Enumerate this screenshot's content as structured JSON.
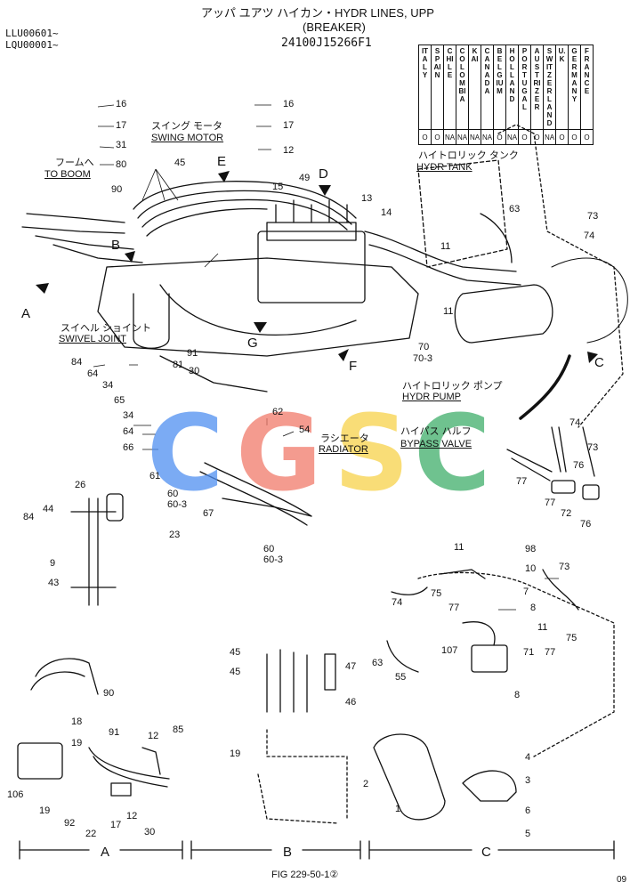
{
  "header": {
    "title": "アッパ ユアツ ハイカン・HYDR LINES, UPP",
    "subtitle": "(BREAKER)",
    "part_number": "24100J15266F1",
    "serial_1": "LLU00601~",
    "serial_2": "LQU00001~"
  },
  "countries": [
    {
      "name": "ITALY",
      "status": "O"
    },
    {
      "name": "SPAIN",
      "status": "O"
    },
    {
      "name": "CHILE",
      "status": "NA"
    },
    {
      "name": "COLOMBIA",
      "status": "NA"
    },
    {
      "name": "KAI",
      "status": "NA"
    },
    {
      "name": "CANADA",
      "status": "NA"
    },
    {
      "name": "BELGIUM",
      "status": "O"
    },
    {
      "name": "HOLLAND",
      "status": "NA"
    },
    {
      "name": "PORTUGAL",
      "status": "O"
    },
    {
      "name": "AUSTRIZER",
      "status": "O"
    },
    {
      "name": "SWITZER LAND",
      "status": "NA"
    },
    {
      "name": "U.K",
      "status": "O"
    },
    {
      "name": "GERMANY",
      "status": "O"
    },
    {
      "name": "FRANCE",
      "status": "O"
    }
  ],
  "labels": {
    "to_boom_jp": "フームへ",
    "to_boom": "TO BOOM",
    "swing_motor_jp": "スイング モータ",
    "swing_motor": "SWING MOTOR",
    "hydr_tank_jp": "ハイトロリック タンク",
    "hydr_tank": "HYDR TANK",
    "swivel_joint_jp": "スイヘル ショイント",
    "swivel_joint": "SWIVEL JOINT",
    "hydr_pump_jp": "ハイトロリック ポンプ",
    "hydr_pump": "HYDR PUMP",
    "bypass_valve_jp": "ハイパス ハルフ",
    "bypass_valve": "BYPASS VALVE",
    "radiator_jp": "ラシエータ",
    "radiator": "RADIATOR"
  },
  "views": {
    "A": "A",
    "B": "B",
    "C": "C",
    "D": "D",
    "E": "E",
    "F": "F",
    "G": "G"
  },
  "parts": {
    "p1": "1",
    "p2": "2",
    "p3": "3",
    "p4": "4",
    "p5": "5",
    "p6": "6",
    "p7": "7",
    "p8": "8",
    "p9": "9",
    "p10": "10",
    "p11": "11",
    "p12": "12",
    "p13": "13",
    "p14": "14",
    "p15": "15",
    "p16": "16",
    "p17": "17",
    "p18": "18",
    "p19": "19",
    "p22": "22",
    "p23": "23",
    "p26": "26",
    "p30": "30",
    "p31": "31",
    "p34": "34",
    "p43": "43",
    "p44": "44",
    "p45": "45",
    "p46": "46",
    "p47": "47",
    "p49": "49",
    "p54": "54",
    "p55": "55",
    "p60": "60",
    "p60_3": "60-3",
    "p61": "61",
    "p62": "62",
    "p63": "63",
    "p64": "64",
    "p65": "65",
    "p66": "66",
    "p67": "67",
    "p70": "70",
    "p70_3": "70-3",
    "p71": "71",
    "p72": "72",
    "p73": "73",
    "p74": "74",
    "p75": "75",
    "p76": "76",
    "p77": "77",
    "p80": "80",
    "p81": "81",
    "p84": "84",
    "p85": "85",
    "p90": "90",
    "p91": "91",
    "p92": "92",
    "p98": "98",
    "p106": "106",
    "p107": "107"
  },
  "footer": {
    "figure": "FIG 229-50-1②",
    "page": "09"
  },
  "watermark": {
    "letters": [
      "C",
      "G",
      "S",
      "C"
    ],
    "colors": [
      "#4f8ff0",
      "#f07a6a",
      "#f7d24a",
      "#3fae6a"
    ]
  }
}
